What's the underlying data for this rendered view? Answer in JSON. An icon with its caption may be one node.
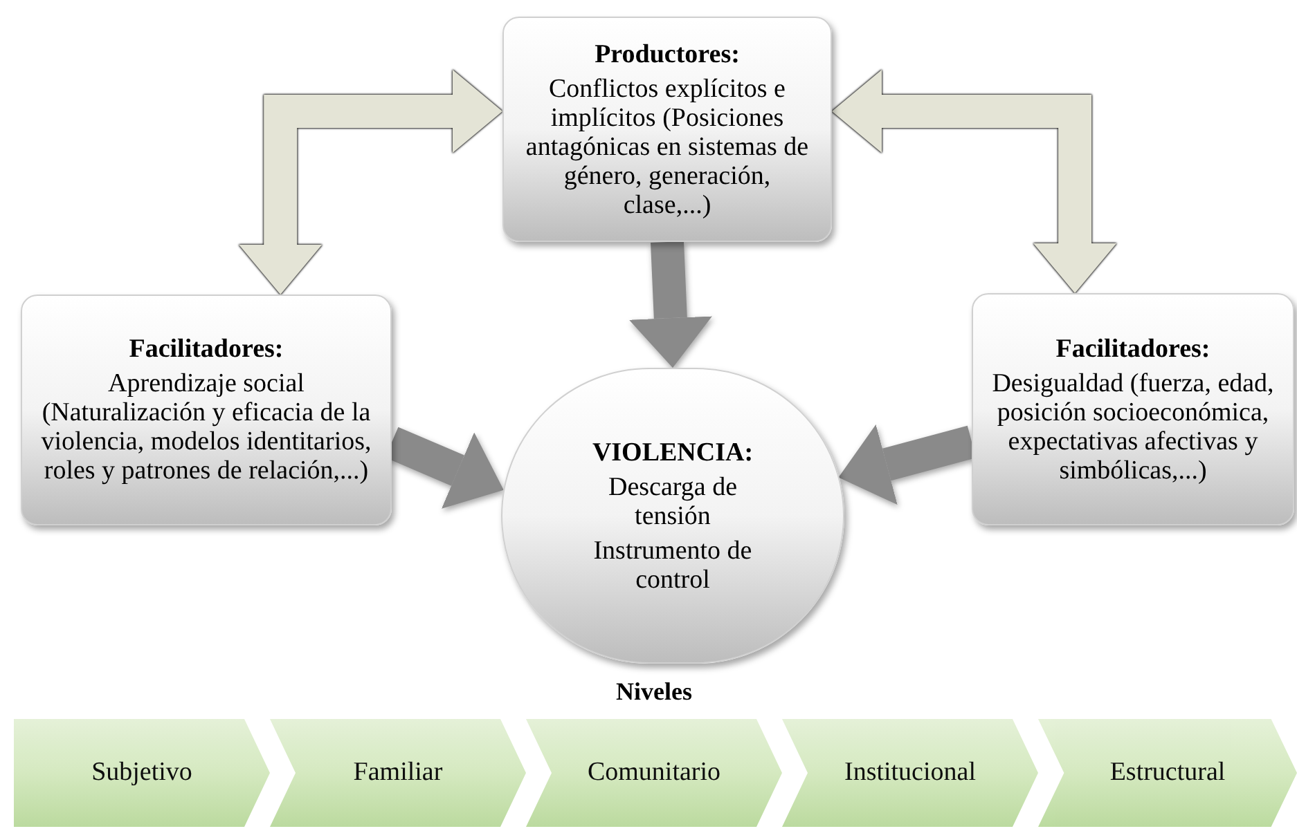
{
  "diagram": {
    "nodes": [
      {
        "text": [
          "Productores:",
          "Conflictos explícitos e implícitos (Posiciones antagónicas en sistemas de género, generación, clase,...)"
        ]
      },
      {
        "text": [
          "Facilitadores:",
          "Aprendizaje social (Naturalización y eficacia de la violencia, modelos identitarios, roles y patrones de relación,...)"
        ]
      },
      {
        "text": [
          "Facilitadores:",
          "Desigualdad (fuerza, edad, posición socioeconómica, expectativas afectivas y simbólicas,...)"
        ]
      },
      {
        "text": [
          "VIOLENCIA:",
          "Descarga de tensión",
          "Instrumento de control"
        ]
      },
      {
        "text": [
          "Subjetivo"
        ]
      },
      {
        "text": [
          "Familiar"
        ]
      },
      {
        "text": [
          "Comunitario"
        ]
      },
      {
        "text": [
          "Institucional"
        ]
      },
      {
        "text": [
          "Estructural"
        ]
      }
    ],
    "edges": [
      {
        "from": 0,
        "to": 1,
        "arrow": "both",
        "color": "#e4e4d6"
      },
      {
        "from": 0,
        "to": 2,
        "arrow": "both",
        "color": "#e4e4d6"
      },
      {
        "from": 0,
        "to": 3,
        "arrow": "to"
      },
      {
        "from": 1,
        "to": 3,
        "arrow": "to"
      },
      {
        "from": 2,
        "to": 3,
        "arrow": "to"
      }
    ],
    "labels": [
      "Niveles"
    ]
  }
}
